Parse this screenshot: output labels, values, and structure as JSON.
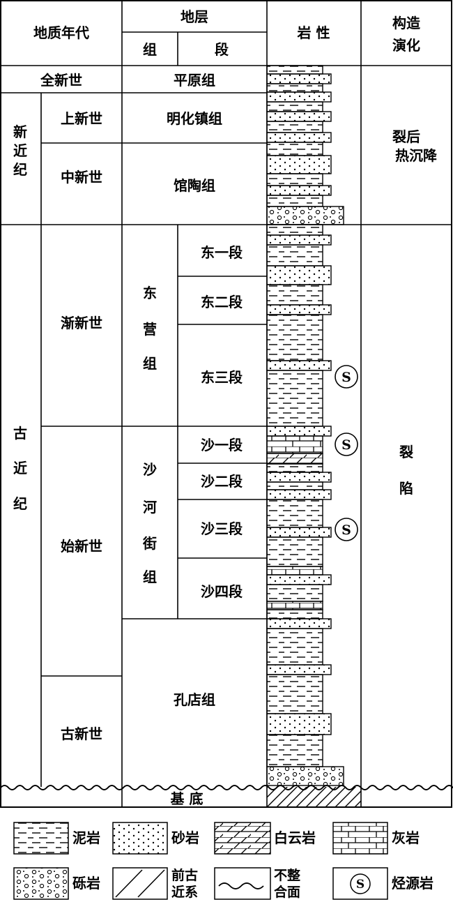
{
  "header": {
    "age": "地质年代",
    "strata": "地层",
    "formation": "组",
    "member": "段",
    "lithology": "岩 性",
    "tectonic_line1": "构造",
    "tectonic_line2": "演化"
  },
  "epochs": {
    "holocene": "全新世",
    "pliocene": "上新世",
    "miocene": "中新世",
    "oligocene": "渐新世",
    "eocene": "始新世",
    "paleocene": "古新世"
  },
  "periods": {
    "neogene": [
      "新",
      "近",
      "纪"
    ],
    "paleogene": [
      "古",
      "近",
      "纪"
    ]
  },
  "formations": {
    "pingyuan": "平原组",
    "minghuazhen": "明化镇组",
    "guantao": "馆陶组",
    "dongying": [
      "东",
      "营",
      "组"
    ],
    "shahejie": [
      "沙",
      "河",
      "街",
      "组"
    ],
    "kongdian": "孔店组"
  },
  "members": {
    "dong1": "东一段",
    "dong2": "东二段",
    "dong3": "东三段",
    "sha1": "沙一段",
    "sha2": "沙二段",
    "sha3": "沙三段",
    "sha4": "沙四段"
  },
  "basement": "基 底",
  "tectonic": {
    "rift_line1": "裂后",
    "rift_line2": "热沉降",
    "rifting": [
      "裂",
      "陷"
    ]
  },
  "source_rock_symbol": "S",
  "legend": {
    "mudstone": "泥岩",
    "sandstone": "砂岩",
    "dolomite": "白云岩",
    "limestone": "灰岩",
    "conglomerate": "砾岩",
    "pre_paleogene": [
      "前古",
      "近系"
    ],
    "unconformity": [
      "不整",
      "合面"
    ],
    "source_rock": "烃源岩"
  }
}
